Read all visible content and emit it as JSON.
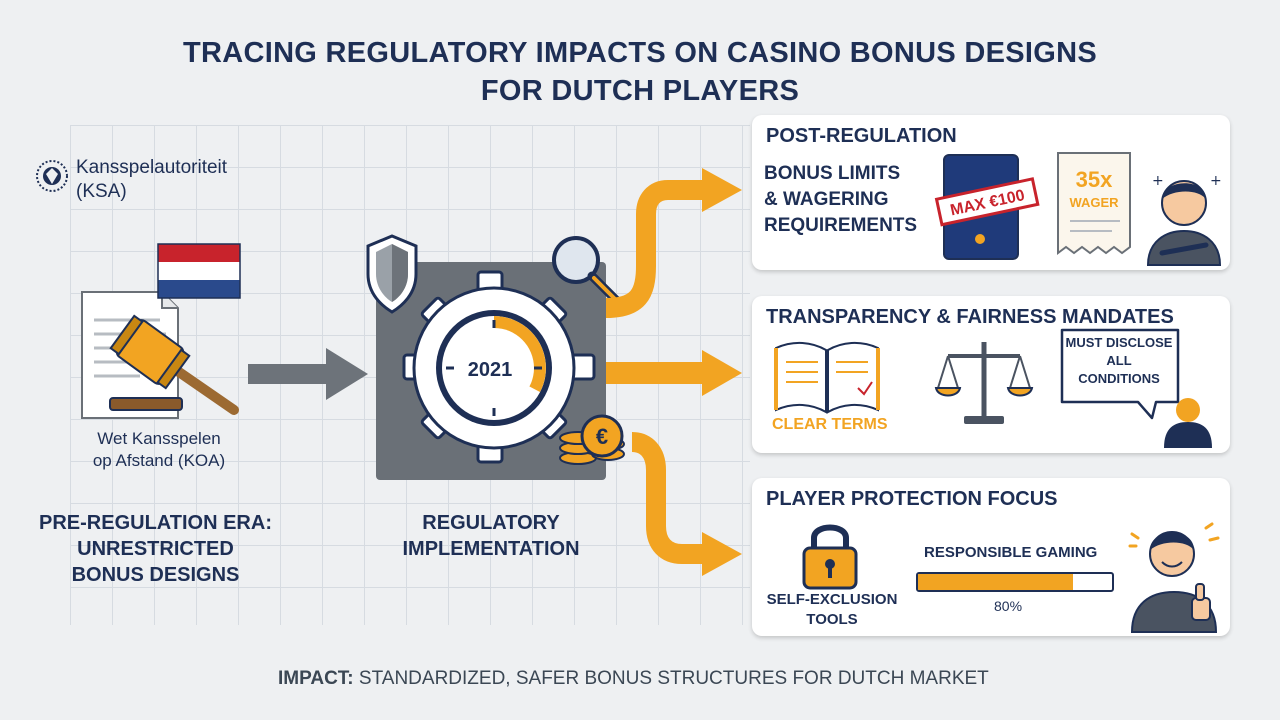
{
  "title": {
    "line1": "TRACING  REGULATORY IMPACTS ON CASINO BONUS DESIGNS",
    "line2": "FOR DUTCH PLAYERS"
  },
  "left": {
    "ksa_line1": "Kansspelautoriteit",
    "ksa_line2": "(KSA)",
    "law_line1": "Wet Kansspelen",
    "law_line2": "op Afstand (KOA)",
    "era_line1": "PRE-REGULATION ERA:",
    "era_line2": "UNRESTRICTED",
    "era_line3": "BONUS DESIGNS"
  },
  "center": {
    "year": "2021",
    "label_line1": "REGULATORY",
    "label_line2": "IMPLEMENTATION"
  },
  "panels": {
    "post": {
      "title": "POST-REGULATION",
      "bonus_line1": "BONUS LIMITS",
      "bonus_line2": "& WAGERING",
      "bonus_line3": "REQUIREMENTS",
      "stamp": "MAX €100",
      "wager_mult": "35x",
      "wager_label": "WAGER"
    },
    "transparency": {
      "title": "TRANSPARENCY & FAIRNESS MANDATES",
      "clear_terms": "CLEAR TERMS",
      "speech_line1": "MUST DISCLOSE",
      "speech_line2": "ALL CONDITIONS"
    },
    "protection": {
      "title": "PLAYER PROTECTION FOCUS",
      "self_excl_line1": "SELF-EXCLUSION",
      "self_excl_line2": "TOOLS",
      "rg_label": "RESPONSIBLE GAMING",
      "rg_percent_text": "80%",
      "rg_percent": 80
    }
  },
  "footer": {
    "bold": "IMPACT:",
    "rest": " STANDARDIZED, SAFER BONUS STRUCTURES FOR DUTCH MARKET"
  },
  "colors": {
    "navy": "#1e2f55",
    "orange": "#f2a422",
    "gray_box": "#6a7077",
    "arrow_gray": "#6d737a",
    "flag_red": "#c8232c",
    "flag_blue": "#2a4a8c"
  }
}
